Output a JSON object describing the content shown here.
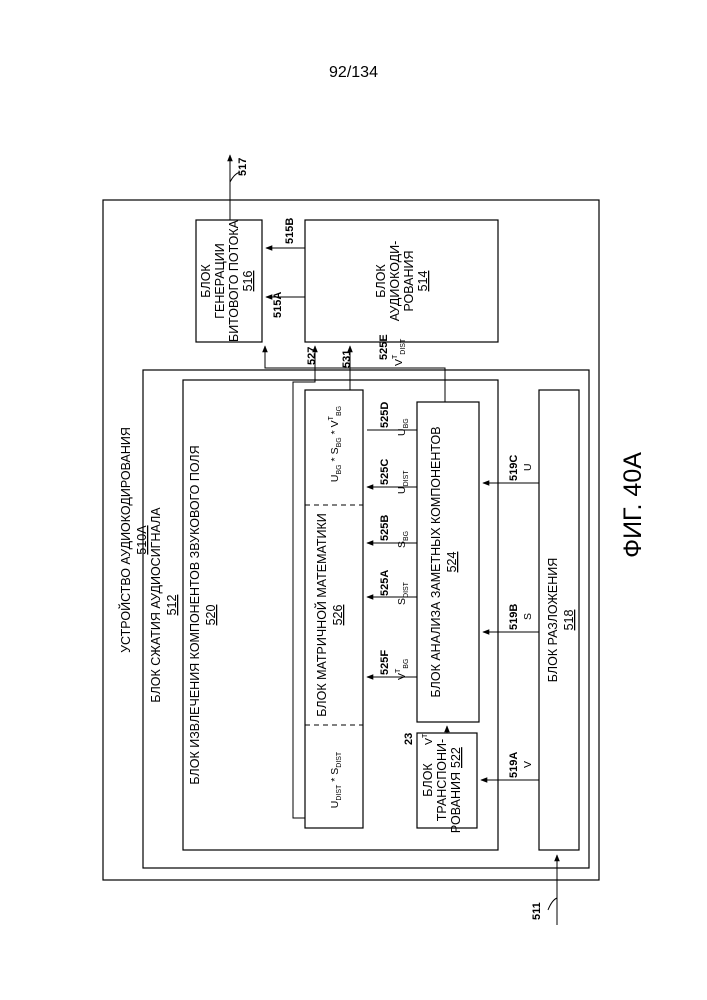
{
  "page": {
    "number": "92/134"
  },
  "figure": {
    "label": "ФИГ. 40А"
  },
  "blocks": {
    "audio_encoding_device": {
      "title": "УСТРОЙСТВО АУДИОКОДИРОВАНИЯ",
      "ref": "510A"
    },
    "audio_compression": {
      "title": "БЛОК СЖАТИЯ АУДИОСИГНАЛА",
      "ref": "512"
    },
    "soundfield_extraction": {
      "title": "БЛОК ИЗВЛЕЧЕНИЯ КОМПОНЕНТОВ ЗВУКОВОГО ПОЛЯ",
      "ref": "520"
    },
    "matrix_math": {
      "title": "БЛОК МАТРИЧНОЙ МАТЕМАТИКИ",
      "ref": "526"
    },
    "salient_analysis": {
      "title": "БЛОК АНАЛИЗА ЗАМЕТНЫХ КОМПОНЕНТОВ",
      "ref": "524"
    },
    "decomposition": {
      "title": "БЛОК РАЗЛОЖЕНИЯ",
      "ref": "518"
    },
    "transposition": {
      "line1": "БЛОК",
      "line2": "ТРАНСПОНИ-",
      "line3": "РОВАНИЯ",
      "ref": "522"
    },
    "bitstream": {
      "line1": "БЛОК",
      "line2": "ГЕНЕРАЦИИ",
      "line3": "БИТОВОГО ПОТОКА",
      "ref": "516"
    },
    "audio_coding": {
      "line1": "БЛОК",
      "line2": "АУДИОКОДИ-",
      "line3": "РОВАНИЯ",
      "ref": "514"
    }
  },
  "signals": {
    "s511": "511",
    "s517": "517",
    "s515A": "515A",
    "s515B": "515B",
    "s527": "527",
    "s531": "531",
    "s525E": "525E",
    "s519A": "519A",
    "s519B": "519B",
    "s519C": "519C",
    "s525A": "525A",
    "s525B": "525B",
    "s525C": "525C",
    "s525D": "525D",
    "s525F": "525F",
    "s23": "23"
  },
  "symbols": {
    "V": "V",
    "S": "S",
    "U": "U",
    "VT": "V",
    "T": "T",
    "DIST": "DIST",
    "BG": "BG",
    "star": "*"
  }
}
